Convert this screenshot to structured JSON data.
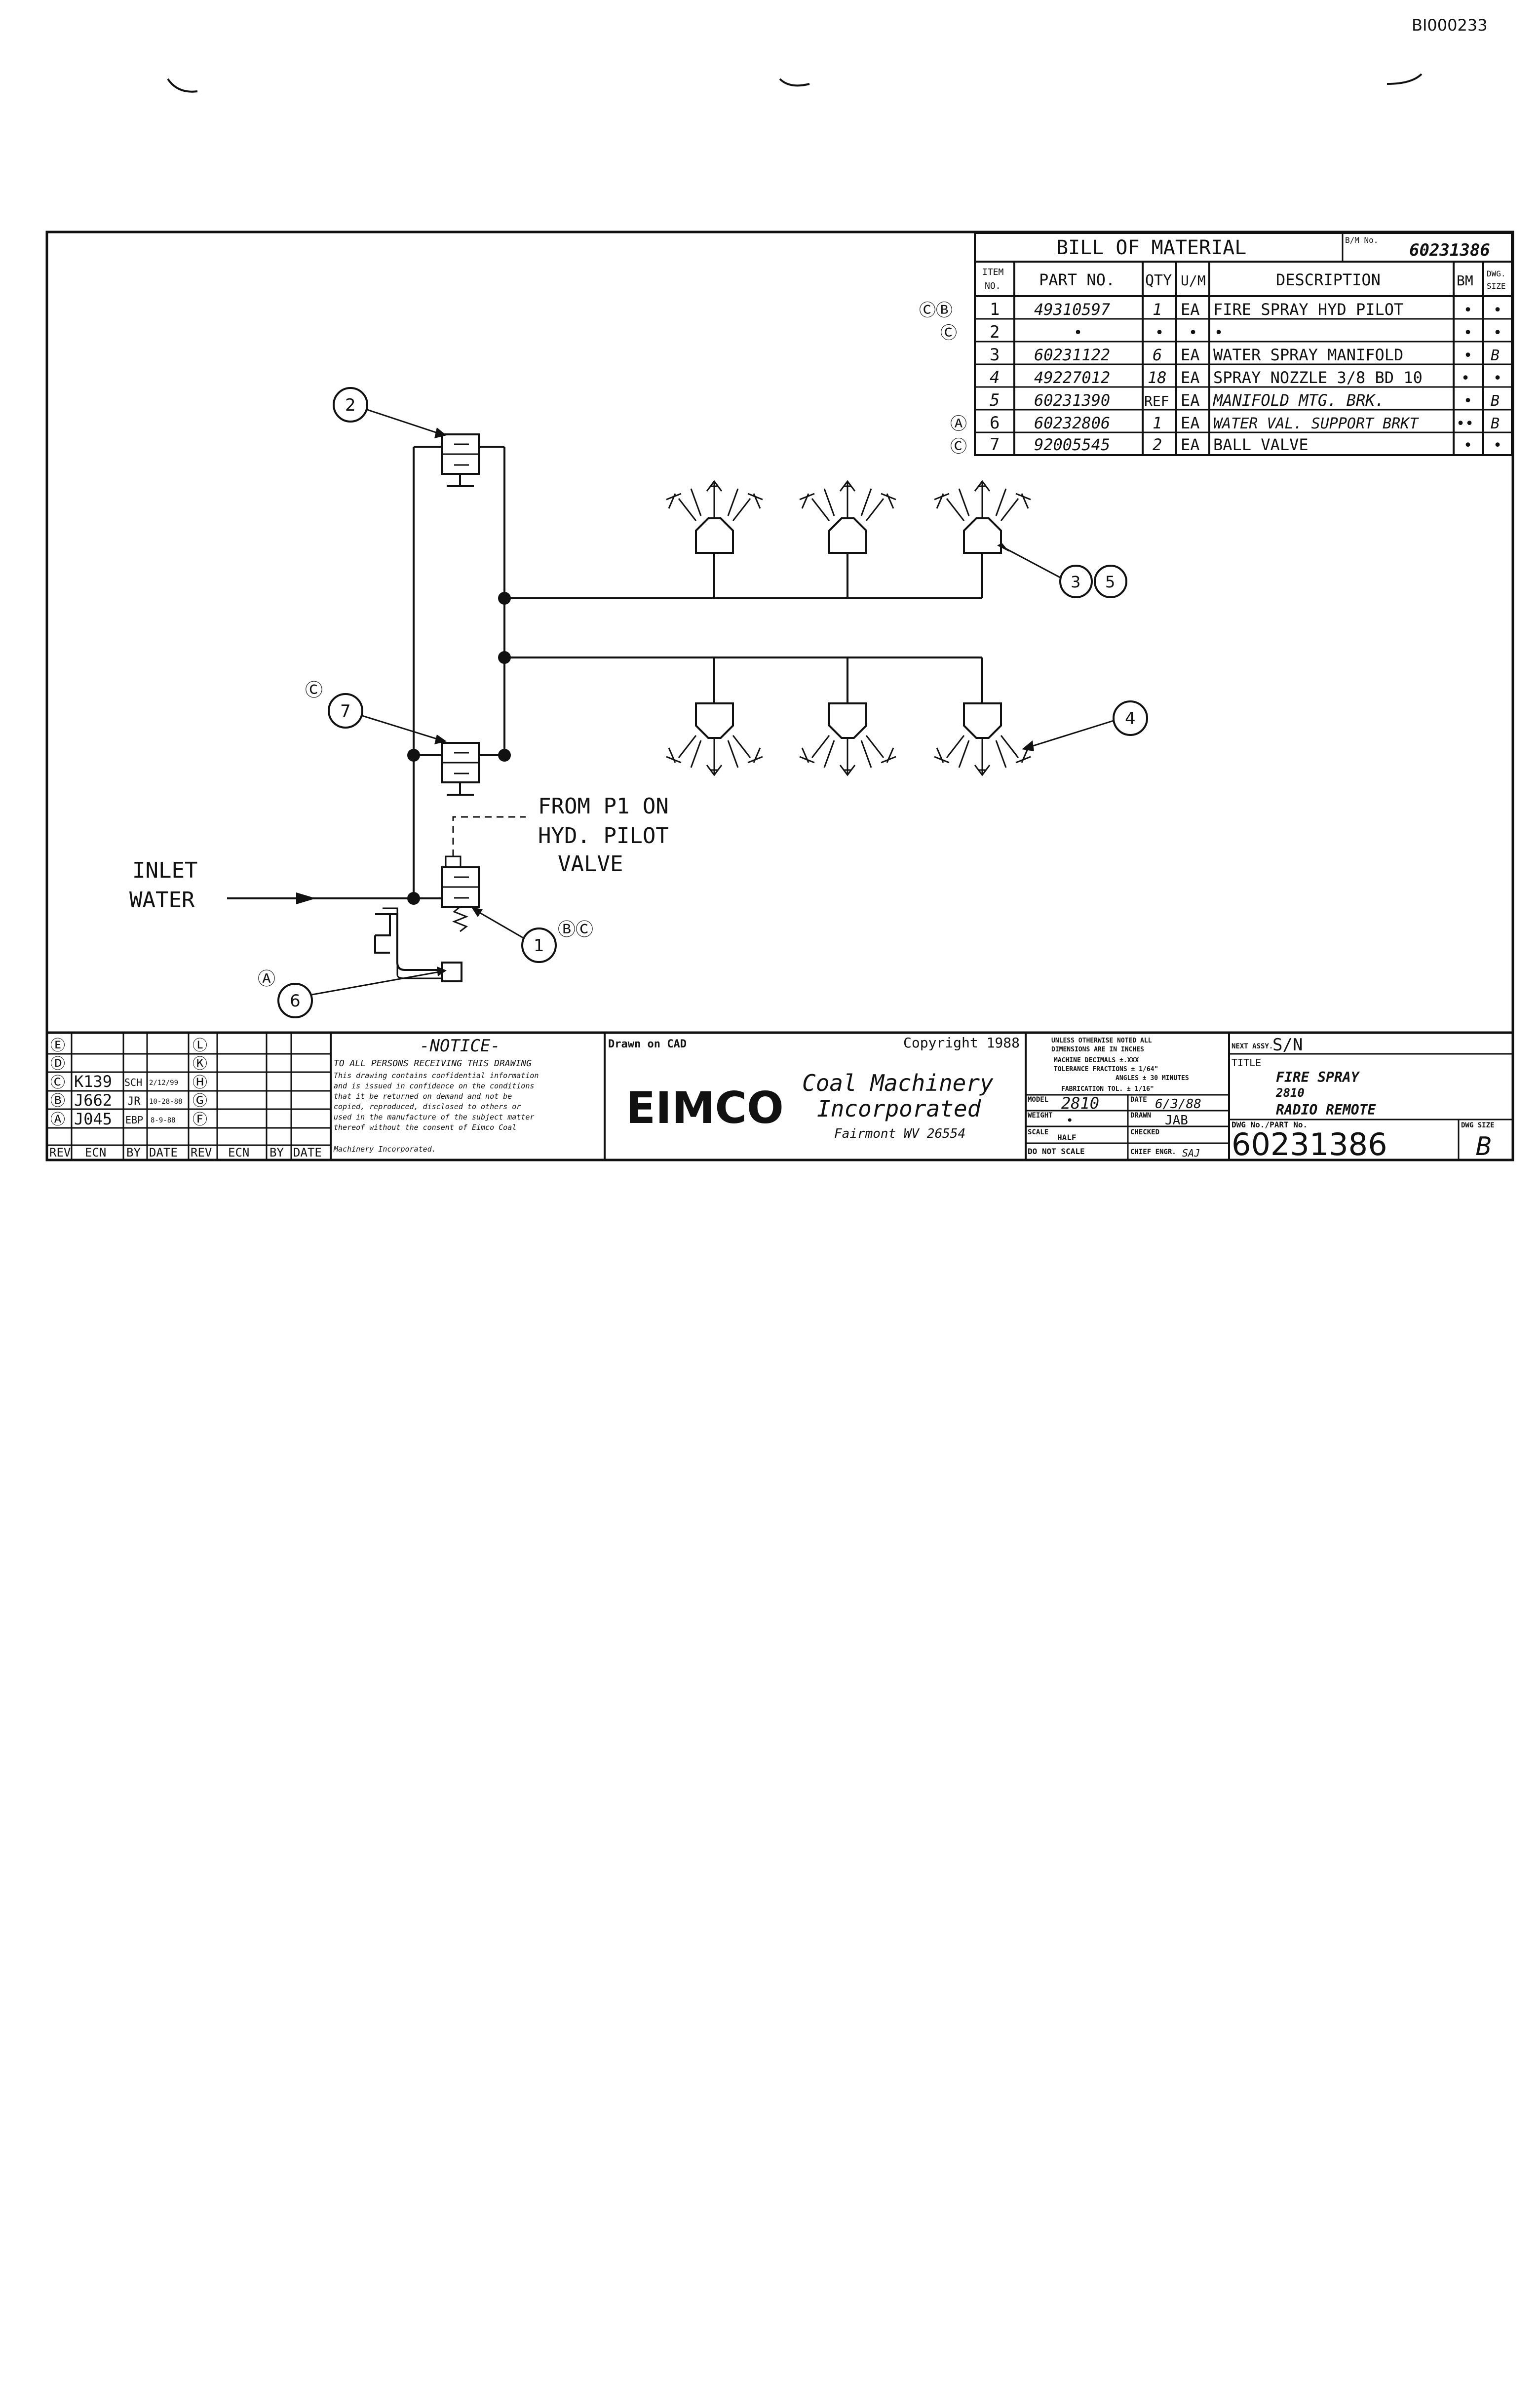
{
  "doc_id": "BI000233",
  "bom": {
    "title": "BILL OF MATERIAL",
    "bm_no_label": "B/M No.",
    "bm_no": "60231386",
    "headers": {
      "item": "ITEM",
      "item2": "NO.",
      "part": "PART NO.",
      "qty": "QTY",
      "um": "U/M",
      "desc": "DESCRIPTION",
      "bm": "BM",
      "dwg": "DWG.",
      "dwg2": "SIZE"
    },
    "rows": [
      {
        "rev": "ⒸⒷ",
        "item": "1",
        "part": "49310597",
        "qty": "1",
        "um": "EA",
        "desc": "FIRE SPRAY HYD PILOT",
        "bm": "•",
        "size": "•"
      },
      {
        "rev": "Ⓒ",
        "item": "2",
        "part": "•",
        "qty": "•",
        "um": "•",
        "desc": "•",
        "bm": "•",
        "size": "•"
      },
      {
        "rev": "",
        "item": "3",
        "part": "60231122",
        "qty": "6",
        "um": "EA",
        "desc": "WATER SPRAY MANIFOLD",
        "bm": "•",
        "size": "B"
      },
      {
        "rev": "",
        "item": "4",
        "part": "49227012",
        "qty": "18",
        "um": "EA",
        "desc": "SPRAY NOZZLE 3/8 BD 10",
        "bm": "•",
        "size": "•"
      },
      {
        "rev": "",
        "item": "5",
        "part": "60231390",
        "qty": "REF",
        "um": "EA",
        "desc": "MANIFOLD MTG. BRK.",
        "bm": "•",
        "size": "B"
      },
      {
        "rev": "Ⓐ",
        "item": "6",
        "part": "60232806",
        "qty": "1",
        "um": "EA",
        "desc": "WATER VAL. SUPPORT BRKT",
        "bm": "••",
        "size": "B"
      },
      {
        "rev": "Ⓒ",
        "item": "7",
        "part": "92005545",
        "qty": "2",
        "um": "EA",
        "desc": "BALL VALVE",
        "bm": "•",
        "size": "•"
      }
    ]
  },
  "diagram": {
    "callouts": {
      "c1": "1",
      "c2": "2",
      "c3": "3",
      "c4": "4",
      "c5": "5",
      "c6": "6",
      "c7": "7"
    },
    "rev_marks": {
      "near7": "Ⓒ",
      "near1": "ⒷⒸ",
      "near6": "Ⓐ"
    },
    "from_label": [
      "FROM P1 ON",
      "HYD. PILOT",
      "VALVE"
    ],
    "inlet_label": [
      "INLET",
      "WATER"
    ]
  },
  "revisions": {
    "left": [
      {
        "rev": "Ⓔ",
        "ecn": "",
        "by": "",
        "date": ""
      },
      {
        "rev": "Ⓓ",
        "ecn": "",
        "by": "",
        "date": ""
      },
      {
        "rev": "Ⓒ",
        "ecn": "K139",
        "by": "SCH",
        "date": "2/12/99"
      },
      {
        "rev": "Ⓑ",
        "ecn": "J662",
        "by": "JR",
        "date": "10-28-88"
      },
      {
        "rev": "Ⓐ",
        "ecn": "J045",
        "by": "EBP",
        "date": "8-9-88"
      }
    ],
    "right": [
      "Ⓛ",
      "Ⓚ",
      "Ⓗ",
      "Ⓖ",
      "Ⓕ"
    ],
    "footer": [
      "REV",
      "ECN",
      "BY",
      "DATE",
      "REV",
      "ECN",
      "BY",
      "DATE"
    ]
  },
  "notice": {
    "title": "-NOTICE-",
    "lines": [
      "TO ALL PERSONS RECEIVING THIS DRAWING",
      "This drawing contains confidential information",
      "and is issued in confidence on the conditions",
      "that it be returned on demand and not be",
      "copied, reproduced, disclosed to others or",
      "used in the manufacture of the subject matter",
      "thereof without the consent of Eimco Coal",
      "Machinery Incorporated."
    ]
  },
  "company": {
    "drawn_on": "Drawn on CAD",
    "copyright": "Copyright 1988",
    "logo": "EIMCO",
    "name1": "Coal Machinery",
    "name2": "Incorporated",
    "address": "Fairmont WV 26554"
  },
  "tolerance": {
    "l1": "UNLESS OTHERWISE NOTED ALL",
    "l2": "DIMENSIONS ARE IN INCHES",
    "l3": "MACHINE   DECIMALS ±.XXX",
    "l4": "TOLERANCE  FRACTIONS ± 1/64\"",
    "l5": "ANGLES ± 30 MINUTES",
    "l6": "FABRICATION TOL. ± 1/16\""
  },
  "info": {
    "model_label": "MODEL",
    "model": "2810",
    "date_label": "DATE",
    "date": "6/3/88",
    "weight_label": "WEIGHT",
    "weight": "•",
    "drawn_label": "DRAWN",
    "drawn": "JAB",
    "scale_label": "SCALE",
    "scale": "HALF",
    "checked_label": "CHECKED",
    "checked": "",
    "noscale": "DO NOT SCALE",
    "chief_label": "CHIEF ENGR.",
    "chief": "SAJ"
  },
  "title_block": {
    "next_assy_label": "NEXT ASSY.",
    "next_assy": "S/N",
    "title_label": "TITLE",
    "title1": "FIRE SPRAY",
    "title2": "2810",
    "title3": "RADIO REMOTE",
    "dwg_no_label": "DWG No./PART No.",
    "dwg_no": "60231386",
    "size_label": "DWG SIZE",
    "size": "B"
  }
}
